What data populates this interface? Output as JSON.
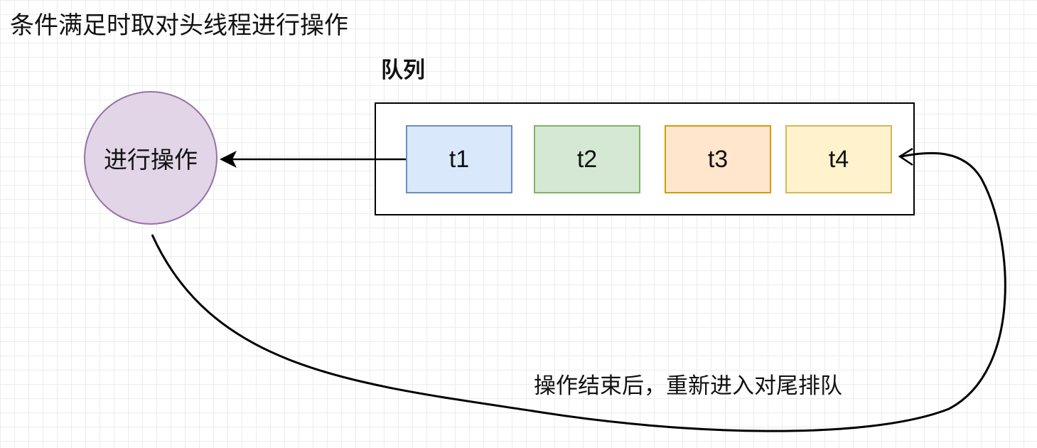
{
  "title": "条件满足时取对头线程进行操作",
  "queue": {
    "label": "队列",
    "tasks": [
      {
        "label": "t1",
        "fill": "#dae8fc",
        "stroke": "#6c8ebf"
      },
      {
        "label": "t2",
        "fill": "#d5e8d4",
        "stroke": "#82b366"
      },
      {
        "label": "t3",
        "fill": "#ffe6cc",
        "stroke": "#d79b00"
      },
      {
        "label": "t4",
        "fill": "#fff2cc",
        "stroke": "#d6b656"
      }
    ]
  },
  "operation": {
    "label": "进行操作",
    "fill": "#e1d5e7",
    "stroke": "#9673a6"
  },
  "edges": {
    "dequeue": {
      "from": "t1",
      "to": "进行操作"
    },
    "requeue": {
      "from": "进行操作",
      "to": "t4",
      "label": "操作结束后，重新进入对尾排队"
    }
  }
}
